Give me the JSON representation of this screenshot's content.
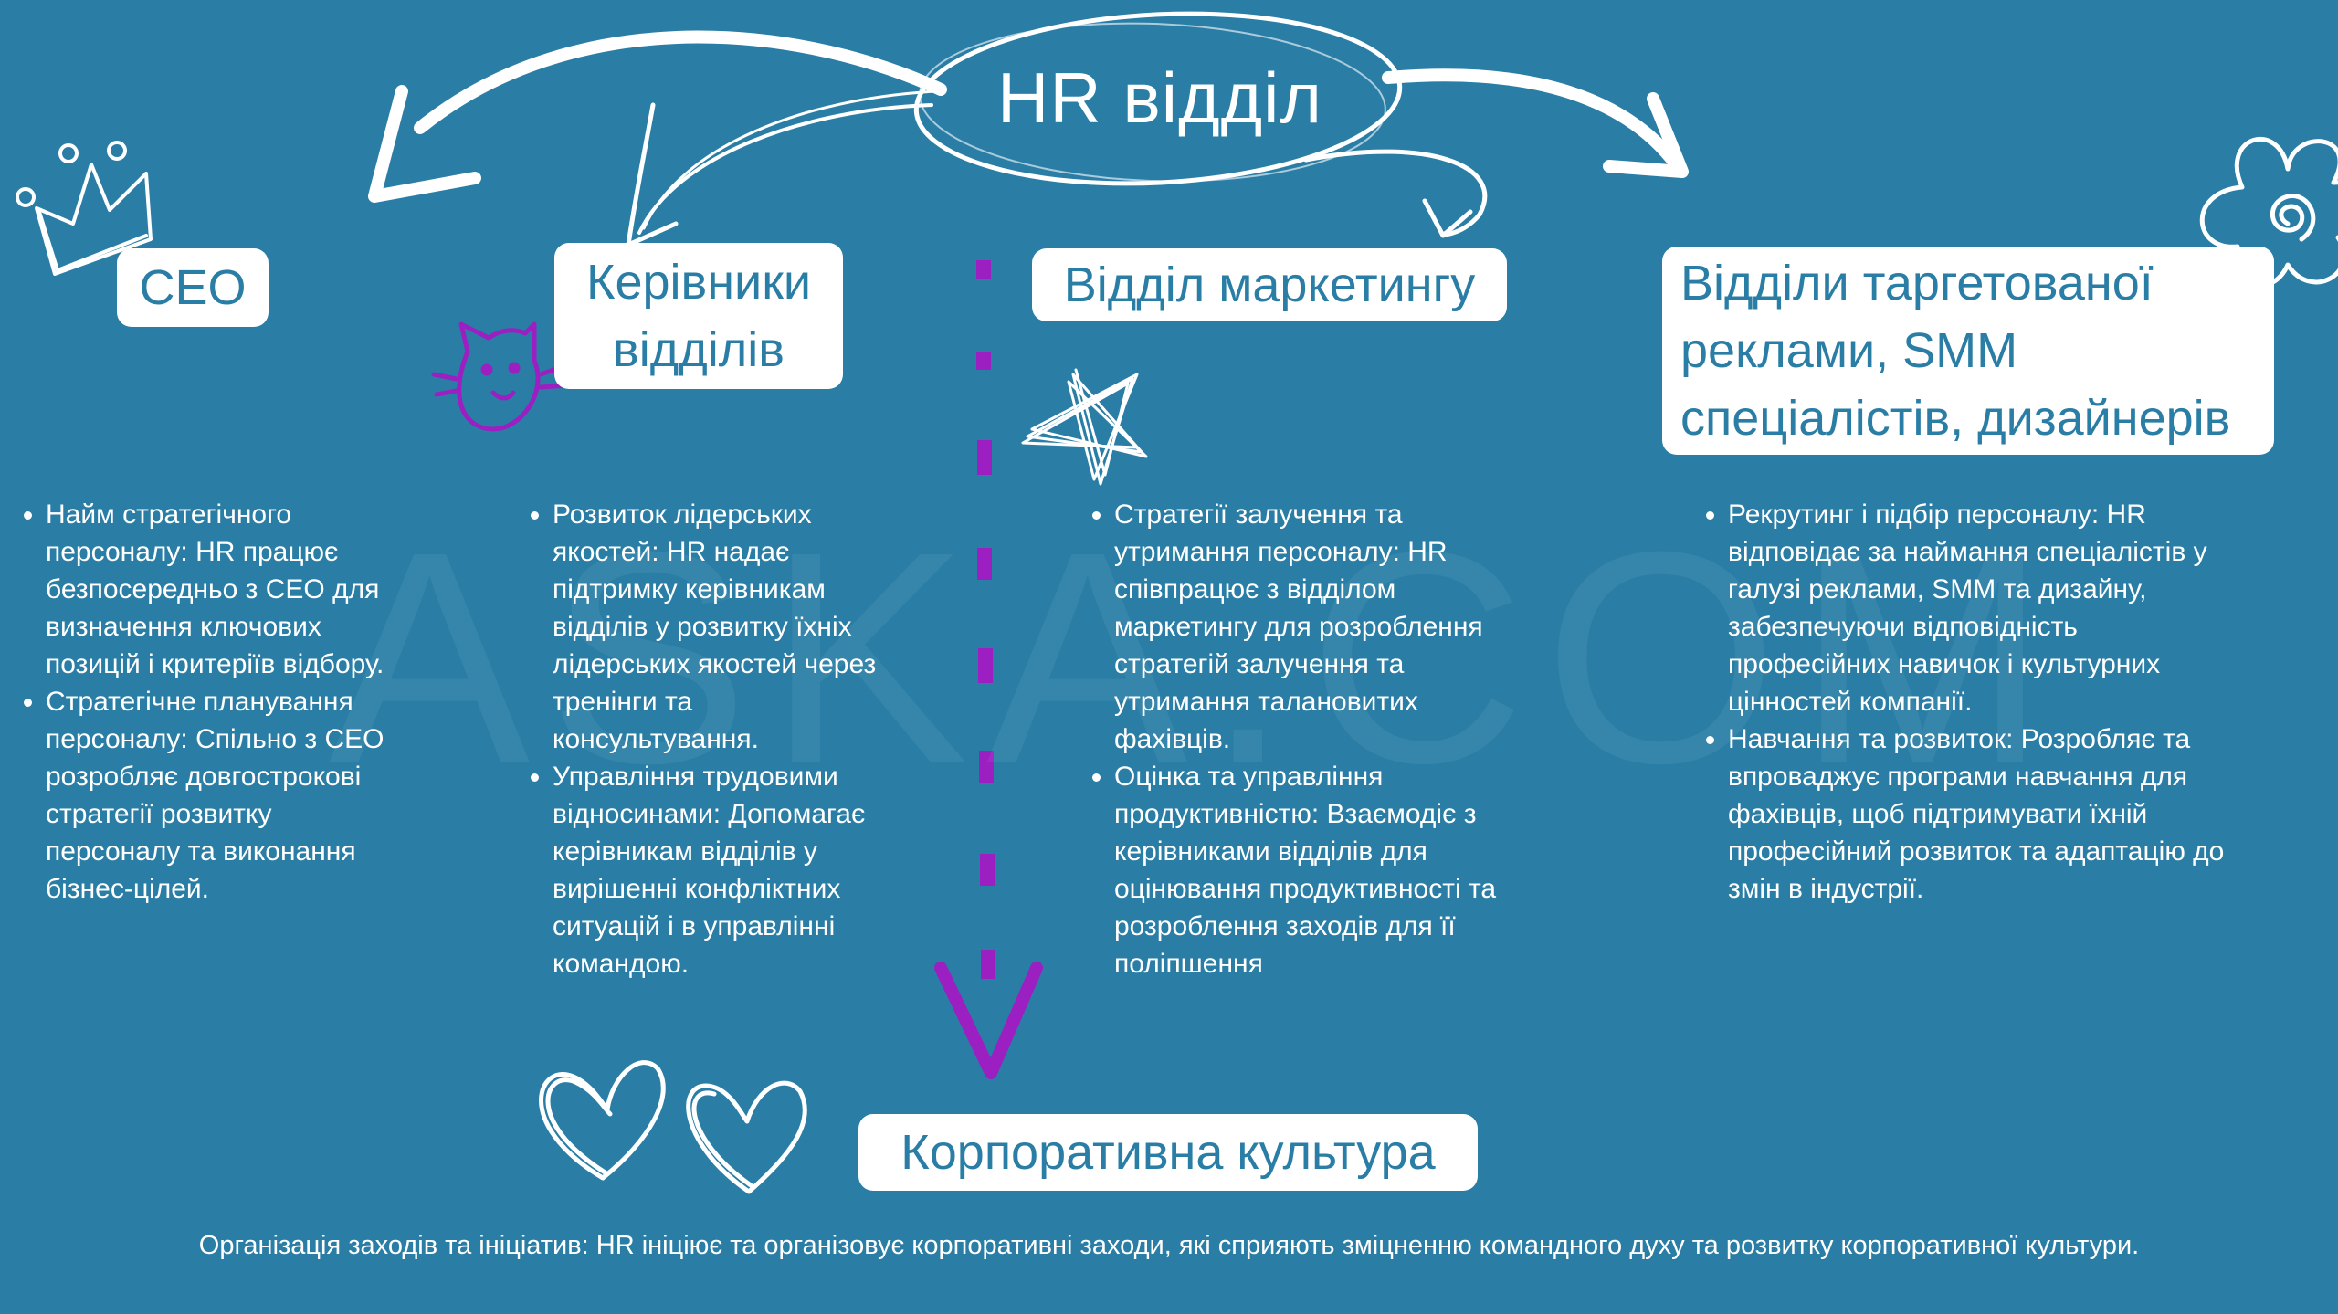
{
  "hr_title": "HR відділ",
  "cards": {
    "ceo": "CEO",
    "heads_line1": "Керівники",
    "heads_line2": "відділів",
    "marketing": "Відділ маркетингу",
    "targeting_line1": "Відділи таргетованої",
    "targeting_line2": "реклами, SMM",
    "targeting_line3": "спеціалістів, дизайнерів",
    "culture": "Корпоративна культура"
  },
  "columns": {
    "ceo": [
      "Найм стратегічного персоналу: HR працює безпосередньо з CEO для визначення ключових позицій і критеріїв відбору.",
      "Стратегічне планування персоналу: Спільно з CEO розробляє довгострокові стратегії розвитку персоналу та виконання бізнес-цілей."
    ],
    "heads": [
      "Розвиток лідерських якостей: HR надає підтримку керівникам відділів у розвитку їхніх лідерських якостей через тренінги та консультування.",
      "Управління трудовими відносинами: Допомагає керівникам відділів у вирішенні конфліктних ситуацій і в управлінні командою."
    ],
    "marketing": [
      " Стратегії залучення та утримання персоналу: HR співпрацює з відділом маркетингу для розроблення стратегій залучення та утримання талановитих фахівців.",
      "Оцінка та управління продуктивністю: Взаємодіє з керівниками відділів для оцінювання продуктивності та розроблення заходів для її поліпшення"
    ],
    "targeting": [
      "Рекрутинг і підбір персоналу: HR відповідає за наймання спеціалістів у галузі реклами, SMM та дизайну, забезпечуючи відповідність професійних навичок і культурних цінностей компанії.",
      "Навчання та розвиток: Розробляє та впроваджує програми навчання для фахівців, щоб підтримувати їхній професійний розвиток та адаптацію до змін в індустрії."
    ]
  },
  "footer": "Організація заходів та ініціатив: HR ініціює та організовує корпоративні заходи, які сприяють зміцненню командного духу та розвитку корпоративної культури.",
  "colors": {
    "background": "#2a7ea6",
    "card": "#ffffff",
    "card_text": "#2a7ea6",
    "accent_purple": "#9b1fc1"
  },
  "icons": [
    "crown-icon",
    "cat-icon",
    "star-icon",
    "flower-icon",
    "heart-icon",
    "heart-icon"
  ]
}
